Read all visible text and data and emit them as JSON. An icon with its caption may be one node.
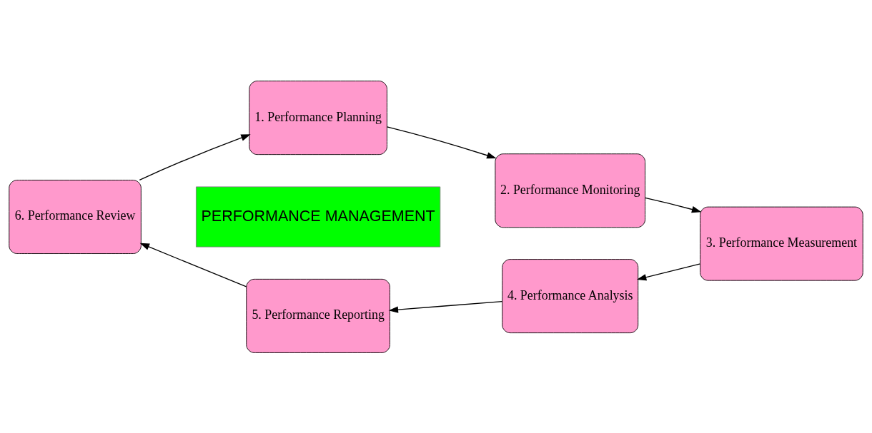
{
  "diagram": {
    "nodes": [
      {
        "text": [
          "1. Performance Planning"
        ]
      },
      {
        "text": [
          "2. Performance Monitoring"
        ]
      },
      {
        "text": [
          "3. Performance Measurement"
        ]
      },
      {
        "text": [
          "4. Performance Analysis"
        ]
      },
      {
        "text": [
          "5. Performance Reporting"
        ]
      },
      {
        "text": [
          "6. Performance Review"
        ]
      },
      {
        "text": [
          "PERFORMANCE MANAGEMENT"
        ]
      }
    ],
    "edges": [
      {
        "from": 0,
        "to": 1,
        "arrow": "to"
      },
      {
        "from": 1,
        "to": 2,
        "arrow": "to"
      },
      {
        "from": 2,
        "to": 3,
        "arrow": "to"
      },
      {
        "from": 3,
        "to": 4,
        "arrow": "to"
      },
      {
        "from": 4,
        "to": 5,
        "arrow": "to"
      },
      {
        "from": 5,
        "to": 0,
        "arrow": "to"
      }
    ]
  }
}
